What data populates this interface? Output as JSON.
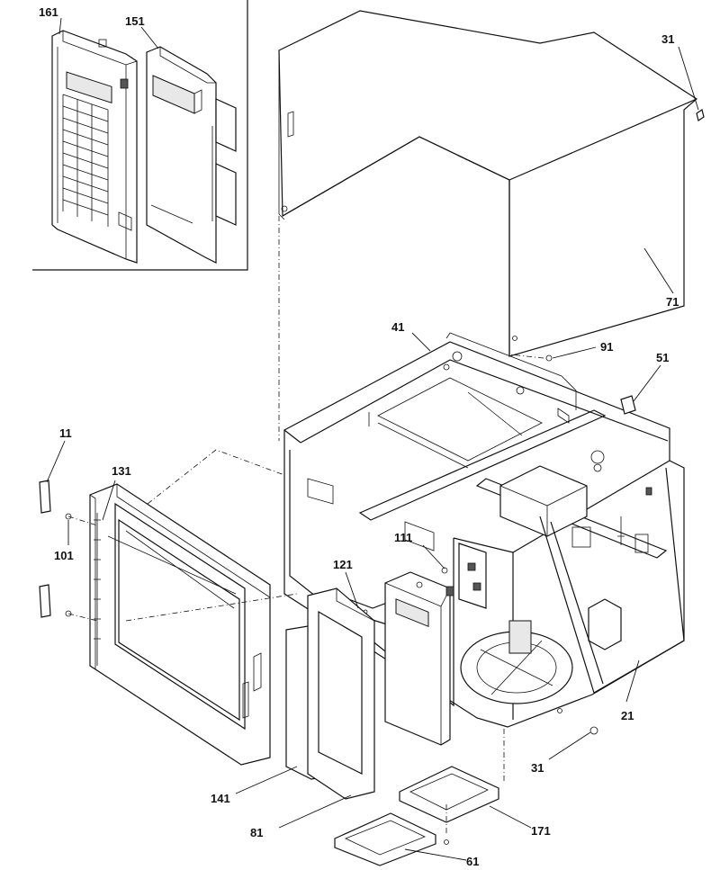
{
  "callouts": [
    {
      "id": "161",
      "text": "161"
    },
    {
      "id": "151",
      "text": "151"
    },
    {
      "id": "31a",
      "text": "31"
    },
    {
      "id": "71",
      "text": "71"
    },
    {
      "id": "41",
      "text": "41"
    },
    {
      "id": "91",
      "text": "91"
    },
    {
      "id": "51",
      "text": "51"
    },
    {
      "id": "11",
      "text": "11"
    },
    {
      "id": "131",
      "text": "131"
    },
    {
      "id": "101",
      "text": "101"
    },
    {
      "id": "111",
      "text": "111"
    },
    {
      "id": "121",
      "text": "121"
    },
    {
      "id": "21",
      "text": "21"
    },
    {
      "id": "31b",
      "text": "31"
    },
    {
      "id": "141",
      "text": "141"
    },
    {
      "id": "81",
      "text": "81"
    },
    {
      "id": "171",
      "text": "171"
    },
    {
      "id": "61",
      "text": "61"
    }
  ]
}
